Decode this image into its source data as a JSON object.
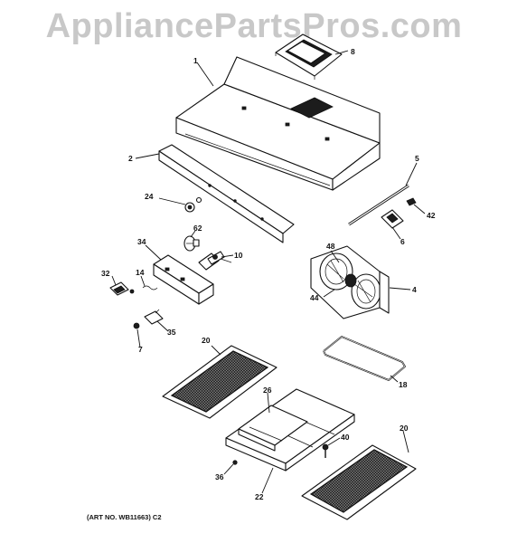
{
  "watermark": "AppliancePartsPros.com",
  "art_number": "(ART NO. WB11663) C2",
  "callouts": {
    "p1": "1",
    "p2": "2",
    "p4": "4",
    "p5": "5",
    "p6": "6",
    "p7": "7",
    "p8": "8",
    "p10": "10",
    "p14": "14",
    "p18": "18",
    "p20a": "20",
    "p20b": "20",
    "p22": "22",
    "p24": "24",
    "p26": "26",
    "p32": "32",
    "p34": "34",
    "p35": "35",
    "p36": "36",
    "p40": "40",
    "p42": "42",
    "p44": "44",
    "p48": "48",
    "p62": "62"
  }
}
